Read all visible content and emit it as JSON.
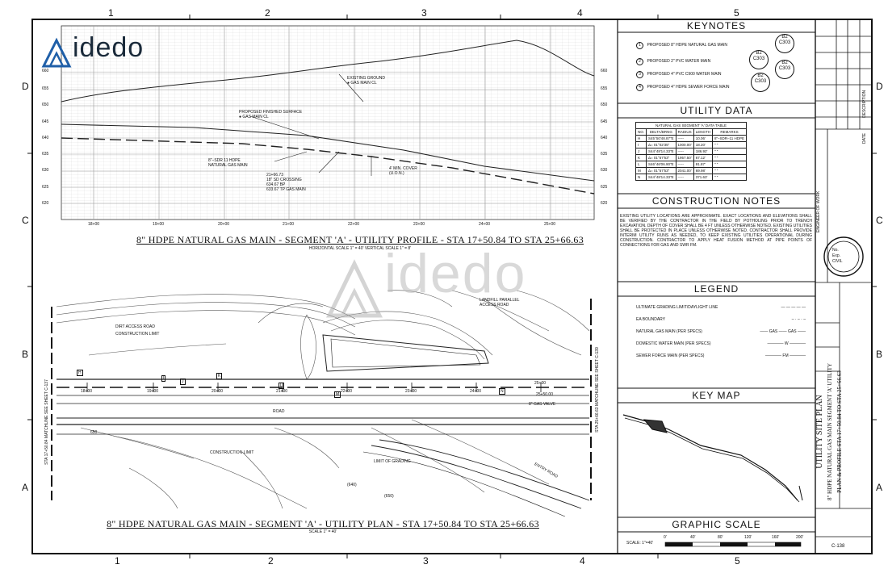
{
  "grid": {
    "cols_top": [
      "1",
      "2",
      "3",
      "4",
      "5"
    ],
    "cols_bottom": [
      "1",
      "2",
      "3",
      "4",
      "5"
    ],
    "rows_left": [
      "D",
      "C",
      "B",
      "A"
    ],
    "rows_right": [
      "D",
      "C",
      "B",
      "A"
    ]
  },
  "watermark": {
    "brand": "idedo"
  },
  "profile": {
    "title": "8\" HDPE NATURAL GAS MAIN - SEGMENT 'A' - UTILITY PROFILE - STA 17+50.84 TO STA 25+66.63",
    "scale": "HORIZONTAL SCALE 1\" = 40'     VERTICAL SCALE 1\" = 8'",
    "elev_labels": [
      "660",
      "655",
      "650",
      "645",
      "640",
      "635",
      "630",
      "625",
      "620"
    ],
    "sta_labels": [
      "18+00",
      "19+00",
      "20+00",
      "21+00",
      "22+00",
      "23+00",
      "24+00",
      "25+00"
    ],
    "annotations": {
      "existing_ground": "EXISTING GROUND\n● GAS MAIN CL",
      "finished_surface": "PROPOSED FINISHED SURFACE\n● GAS MAIN CL",
      "sdr": "8\"–SDR 11 HDPE\nNATURAL GAS MAIN",
      "crossing": "21+66.73\n18\" SD CROSSING\n634.67 BP\n633.67 TP GAS MAIN",
      "cover": "4' MIN. COVER\n(U.O.N.)",
      "gas": "GAS"
    }
  },
  "plan": {
    "title": "8\" HDPE NATURAL GAS MAIN - SEGMENT 'A' - UTILITY PLAN - STA 17+50.84 TO STA 25+66.63",
    "scale": "SCALE 1\" = 40'",
    "labels": {
      "dirt_access": "DIRT ACCESS ROAD",
      "construction_limit": "CONSTRUCTION LIMIT",
      "landfill": "LANDFILL PARALLEL\nACCESS ROAD",
      "road": "ROAD",
      "construction_limit2": "CONSTRUCTION LIMIT",
      "limit_grading": "LIMIT OF GRADING",
      "gas_valve": "8\" GAS VALVE",
      "entry_road": "ENTRY ROAD",
      "match_left": "STA 17+50.84 MATCHLINE SEE SHEET C-137",
      "match_right": "STA 25+66.63 MATCHLINE SEE SHEET C-139",
      "stations": [
        "18+00",
        "19+00",
        "20+00",
        "21+00",
        "22+00",
        "23+00",
        "24+00",
        "25+00"
      ],
      "sta_end": "25+50.00",
      "contour_650": "650",
      "contour_640": "(640)",
      "contour_650b": "(650)"
    },
    "markers": [
      "H",
      "I",
      "J",
      "K",
      "L",
      "M",
      "N"
    ]
  },
  "keynotes": {
    "header": "KEYNOTES",
    "items": [
      {
        "num": "1",
        "text": "PROPOSED 8\" HDPE NATURAL GAS MAIN",
        "ref": "B2",
        "sheet": "C303"
      },
      {
        "num": "2",
        "text": "PROPOSED 2\" PVC WATER MAIN",
        "ref": "B2",
        "sheet": "C303"
      },
      {
        "num": "3",
        "text": "PROPOSED 4\" PVC C900 WATER MAIN",
        "ref": "B2",
        "sheet": "C303"
      },
      {
        "num": "4",
        "text": "PROPOSED 4\" HDPE SEWER FORCE MAIN",
        "ref": "B2",
        "sheet": "C303"
      }
    ]
  },
  "utility_data": {
    "header": "UTILITY DATA",
    "table_title": "NATURAL GAS SEGMENT 'A' DATA TABLE",
    "columns": [
      "NO.",
      "DELTA/BRNG",
      "RADIUS",
      "LENGTH",
      "REMARKS"
    ],
    "rows": [
      [
        "H",
        "S45°50'48.87\"E",
        "-----",
        "10.06'",
        "8\"–SDR–11 HDPE"
      ],
      [
        "I",
        "Δ= 01°02'35\"",
        "1000.00'",
        "18.20'",
        "\"     \""
      ],
      [
        "J",
        "S44°48'14.33\"E",
        "-----",
        "186.92'",
        "\"     \""
      ],
      [
        "K",
        "Δ= 01°57'53\"",
        "1957.50'",
        "67.12'",
        "\"     \""
      ],
      [
        "L",
        "S46°46'06.90\"E",
        "-----",
        "91.87'",
        "\"     \""
      ],
      [
        "M",
        "Δ= 01°57'53\"",
        "2041.00'",
        "69.98'",
        "\"     \""
      ],
      [
        "N",
        "S44°48'14.33\"E",
        "-----",
        "371.63'",
        "\"     \""
      ]
    ]
  },
  "construction_notes": {
    "header": "CONSTRUCTION NOTES",
    "text": "EXISTING UTILITY LOCATIONS ARE APPROXIMATE. EXACT LOCATIONS AND ELEVATIONS SHALL BE VERIFIED BY THE CONTRACTOR IN THE FIELD BY POTHOLING PRIOR TO TRENCH EXCAVATION. DEPTH OF COVER SHALL BE 4 FT UNLESS OTHERWISE NOTED. EXISTING UTILITIES SHALL BE PROTECTED IN PLACE UNLESS OTHERWISE NOTED. CONTRACTOR SHALL PROVIDE INTERIM UTILITY RUNS AS NEEDED, TO KEEP EXISTING UTILITIES OPERATIONAL DURING CONSTRUCTION. CONTRACTOR TO APPLY HEAT FUSION METHOD AT PIPE POINTS OF CONNECTIONS FOR GAS AND SWR FM."
  },
  "legend": {
    "header": "LEGEND",
    "items": [
      {
        "label": "ULTIMATE GRADING LIMIT/DAYLIGHT LINE",
        "sym": "— — — — —"
      },
      {
        "label": "EA BOUNDARY",
        "sym": "– · – · –"
      },
      {
        "label": "NATURAL GAS MAIN (PER SPECS)",
        "sym": "—— GAS —— GAS ——"
      },
      {
        "label": "DOMESTIC WATER MAIN (PER SPECS)",
        "sym": "———— W ————"
      },
      {
        "label": "SEWER FORCE MAIN (PER SPECS)",
        "sym": "———— FM ————"
      }
    ]
  },
  "key_map": {
    "header": "KEY MAP"
  },
  "graphic_scale": {
    "header": "GRAPHIC SCALE",
    "scale_label": "SCALE: 1\"=40'",
    "ticks": [
      "0'",
      "40'",
      "80'",
      "120'",
      "160'",
      "200'"
    ]
  },
  "title_block": {
    "sheet_title": "UTILITY SITE PLAN",
    "subtitle": "8\" HDPE NATURAL GAS MAIN SEGMENT 'A' UTILITY",
    "subtitle2": "PLAN & PROFILE STA 17+50.84 TO STA 25+66.63",
    "engineer": "ENGINEER OF WORK",
    "sheet_no": "C-138",
    "seal_text": "No.\nExp.\nCIVIL",
    "date_label": "DATE",
    "description": "DESCRIPTION"
  }
}
